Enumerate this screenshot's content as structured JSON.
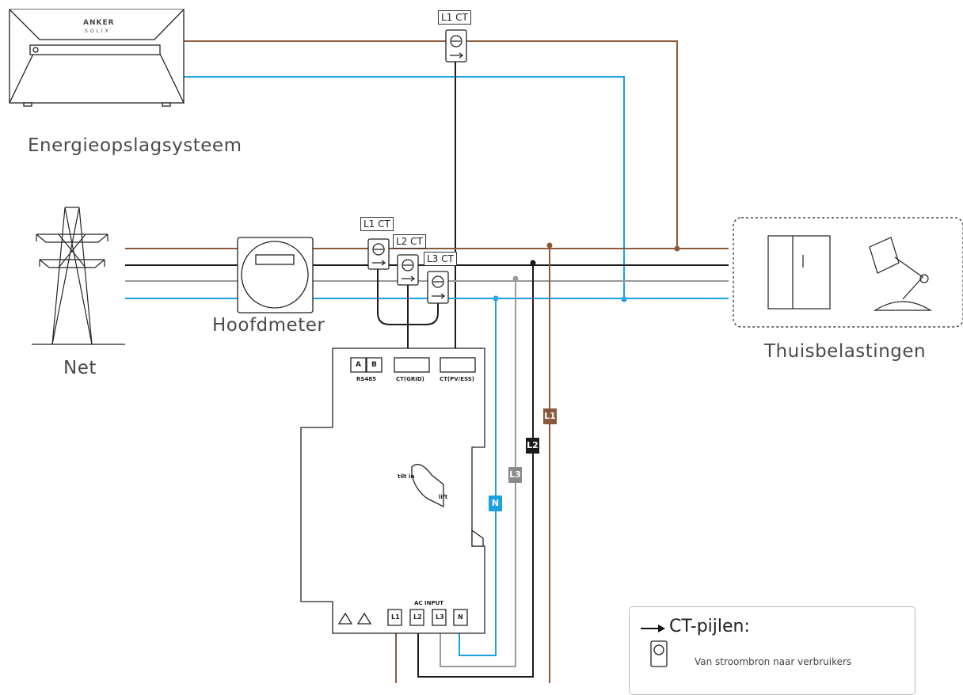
{
  "labels": {
    "storage_system": "Energieopslagsysteem",
    "grid": "Net",
    "main_meter": "Hoofdmeter",
    "home_loads": "Thuisbelastingen"
  },
  "device": {
    "brand_top": "ANKER",
    "brand_bottom": "SOLIX"
  },
  "ct_tags": {
    "top": "L1 CT",
    "l1": "L1 CT",
    "l2": "L2 CT",
    "l3": "L3 CT"
  },
  "meter_device": {
    "rs485": "RS485",
    "port_a": "A",
    "port_b": "B",
    "ct_grid": "CT(GRID)",
    "ct_pv_ess": "CT(PV/ESS)",
    "ac_input": "AC INPUT",
    "term_l1": "L1",
    "term_l2": "L2",
    "term_l3": "L3",
    "term_n": "N",
    "tilt_in": "tilt in",
    "lift": "lift"
  },
  "wire_tags": {
    "l1": "L1",
    "l2": "L2",
    "l3": "L3",
    "n": "N"
  },
  "legend": {
    "title": "CT-pijlen:",
    "description": "Van stroombron naar verbruikers"
  },
  "colors": {
    "l1_brown": "#8B5A3C",
    "l2_black": "#1a1a1a",
    "l3_grey": "#9a9a9a",
    "n_blue": "#1BA1E2"
  }
}
